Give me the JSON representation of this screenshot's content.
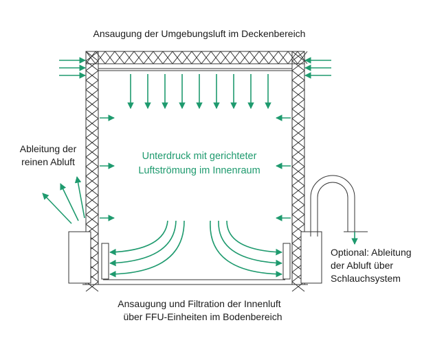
{
  "labels": {
    "top": "Ansaugung der Umgebungsluft im Deckenbereich",
    "left_line1": "Ableitung der",
    "left_line2": "reinen Abluft",
    "center_line1": "Unterdruck mit gerichteter",
    "center_line2": "Luftströmung im Innenraum",
    "right_line1": "Optional: Ableitung",
    "right_line2": "der Abluft über",
    "right_line3": "Schlauchsystem",
    "bottom_line1": "Ansaugung und Filtration der Innenluft",
    "bottom_line2": "über FFU-Einheiten im Bodenbereich"
  },
  "colors": {
    "arrow": "#1e9a6e",
    "structure": "#333333",
    "text": "#1a1a1a"
  }
}
